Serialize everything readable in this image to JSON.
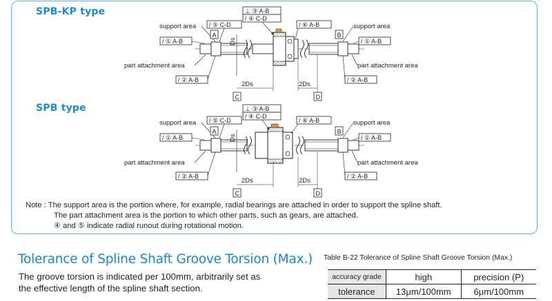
{
  "diagram": {
    "spbkp": {
      "title": "SPB-KP type",
      "support_left": "support area",
      "support_right": "support area",
      "attach_left": "part attachment area",
      "attach_right": "part attachment area",
      "datum_a": "A",
      "datum_b": "B",
      "datum_c": "C",
      "datum_d": "D",
      "fcf_top1": "⊥ ③ A-B",
      "fcf_top2": "/ ④ C-D",
      "fcf_left_support": "/ ⑤ C-D",
      "fcf_right_support": "/ ⑥ A-B",
      "fcf_left_1": "/ ① A-B",
      "fcf_right_1": "/ ① A-B",
      "fcf_left_2": "/ ② A-B",
      "fcf_right_2": "/ ② A-B",
      "ds": "Ds",
      "two_ds_left": "2Ds",
      "two_ds_right": "2Ds"
    },
    "spb": {
      "title": "SPB type",
      "support_left": "support area",
      "support_right": "support area",
      "attach_left": "part attachment area",
      "attach_right": "part attachment area",
      "datum_a": "A",
      "datum_b": "B",
      "datum_c": "C",
      "datum_d": "D",
      "fcf_top1": "⊥ ③ A-B",
      "fcf_top2": "/ ④ C-D",
      "fcf_left_support": "/ ⑤ C-D",
      "fcf_right_support": "/ ⑥ A-B",
      "fcf_left_1": "/ ① A-B",
      "fcf_right_1": "/ ① A-B",
      "fcf_left_2": "/ ② A-B",
      "fcf_right_2": "/ ② A-B",
      "ds": "Ds",
      "two_ds_left": "2Ds",
      "two_ds_right": "2Ds"
    }
  },
  "note": {
    "line1": "Note : The support area is the portion where, for example, radial bearings are attached in order to support the spline shaft.",
    "line2": "The part attachment area is the portion to which other parts, such as gears, are attached.",
    "line3": "④ and ⑤ indicate radial runout during rotational motion."
  },
  "section": {
    "heading": "Tolerance of Spline Shaft Groove Torsion (Max.)",
    "para_line1": "The groove torsion is indicated per 100mm, arbitrarily set as",
    "para_line2": "the effective length of the spline shaft section."
  },
  "table": {
    "caption": "Table B-22 Tolerance of Spline Shaft Groove Torsion (Max.)",
    "header": [
      "accuracy grade",
      "high",
      "precision (P)"
    ],
    "row": [
      "tolerance",
      "13μm/100mm",
      "6μm/100mm"
    ]
  },
  "colors": {
    "accent_blue": "#1f8ad0",
    "border_blue": "#5bb5e0",
    "text": "#231f20",
    "part_orange": "#e8943a",
    "table_gray": "#e6e6e6"
  }
}
